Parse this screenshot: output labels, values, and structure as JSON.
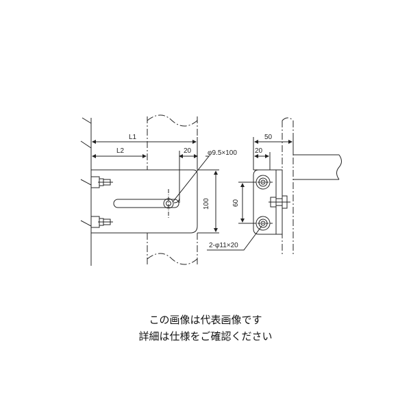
{
  "drawing": {
    "labels": {
      "l1": "L1",
      "l2": "L2",
      "dim20_top": "20",
      "slot": "φ9.5×100",
      "dim100": "100",
      "dim50": "50",
      "dim20_side": "20",
      "dim60": "60",
      "holes": "2-φ11×20"
    },
    "line_color": "#222222"
  },
  "notice": {
    "line1": "この画像は代表画像です",
    "line2": "詳細は仕様をご確認ください"
  }
}
